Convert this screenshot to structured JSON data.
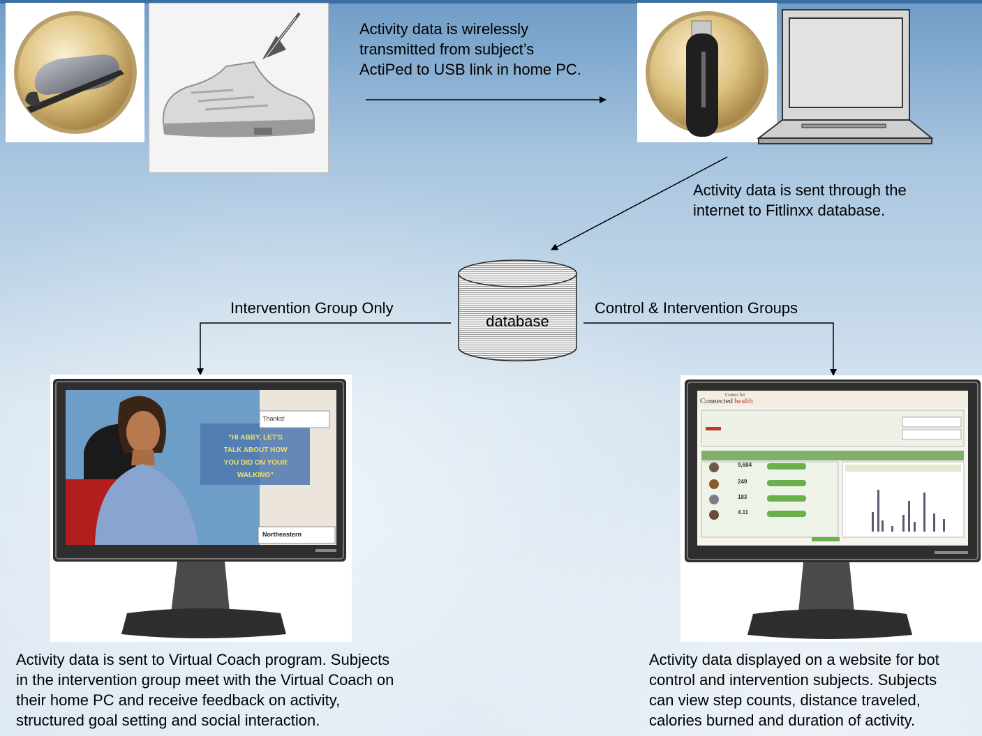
{
  "captions": {
    "wireless_line1": "Activity data is wirelessly",
    "wireless_line2": "transmitted from subject’s",
    "wireless_line3": "ActiPed to USB link  in home PC.",
    "internet_line1": "Activity data is sent through the",
    "internet_line2": "internet to Fitlinxx database.",
    "database_label": "database",
    "intervention_only": "Intervention Group Only",
    "control_intervention": "Control & Intervention Groups",
    "coach_line1": "Activity data is sent to Virtual Coach program. Subjects",
    "coach_line2": "in the intervention group meet with the Virtual Coach on",
    "coach_line3": "their home PC and receive feedback on activity,",
    "coach_line4": "structured goal setting and social interaction.",
    "web_line1": "Activity data displayed on a website for bot",
    "web_line2": "control and intervention subjects.  Subjects",
    "web_line3": "can view step counts, distance traveled,",
    "web_line4": "calories burned and duration of activity."
  },
  "coach_screen": {
    "speech": [
      "\"HI ABBY, LET'S",
      "TALK ABOUT HOW",
      "YOU DID ON YOUR",
      "WALKING\""
    ],
    "input_text": "Thanks!",
    "logo_text": "Northeastern"
  },
  "web_screen": {
    "header_small": "Center for",
    "header_title": "Connected",
    "header_title_accent": "health",
    "stats": [
      "9,684",
      "249",
      "183",
      "4.11"
    ]
  }
}
